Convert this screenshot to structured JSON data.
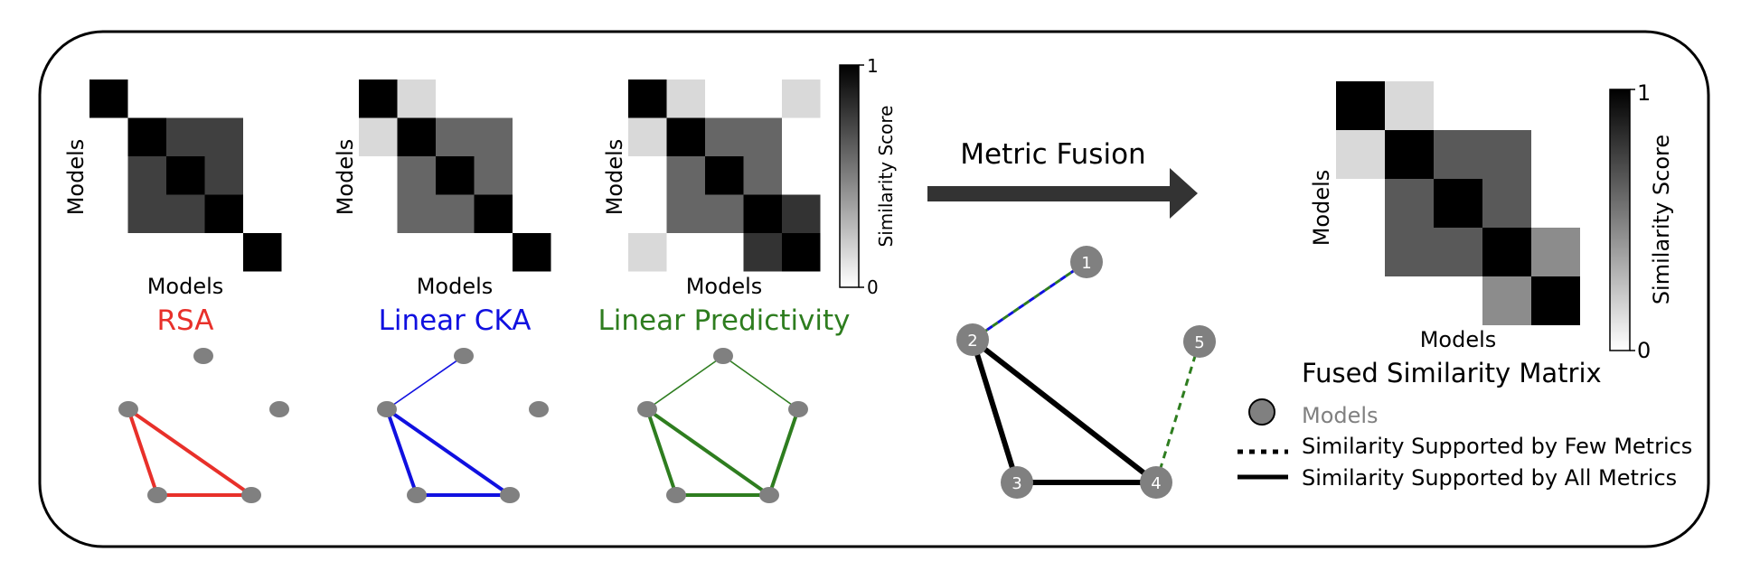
{
  "panels": [
    {
      "metric": "RSA",
      "metric_color": "#e8302a",
      "axis_x": "Models",
      "axis_y": "Models",
      "matrix": [
        [
          1,
          0,
          0,
          0,
          0
        ],
        [
          0,
          1,
          0.75,
          0.75,
          0
        ],
        [
          0,
          0.75,
          1,
          0.75,
          0
        ],
        [
          0,
          0.75,
          0.75,
          1,
          0
        ],
        [
          0,
          0,
          0,
          0,
          1
        ]
      ],
      "graph_edges": [
        {
          "from": 2,
          "to": 3,
          "weight": "strong"
        },
        {
          "from": 2,
          "to": 4,
          "weight": "strong"
        },
        {
          "from": 3,
          "to": 4,
          "weight": "strong"
        }
      ]
    },
    {
      "metric": "Linear CKA",
      "metric_color": "#1010e0",
      "axis_x": "Models",
      "axis_y": "Models",
      "matrix": [
        [
          1,
          0.15,
          0,
          0,
          0
        ],
        [
          0.15,
          1,
          0.6,
          0.6,
          0
        ],
        [
          0,
          0.6,
          1,
          0.6,
          0
        ],
        [
          0,
          0.6,
          0.6,
          1,
          0
        ],
        [
          0,
          0,
          0,
          0,
          1
        ]
      ],
      "graph_edges": [
        {
          "from": 1,
          "to": 2,
          "weight": "weak"
        },
        {
          "from": 2,
          "to": 3,
          "weight": "strong"
        },
        {
          "from": 2,
          "to": 4,
          "weight": "strong"
        },
        {
          "from": 3,
          "to": 4,
          "weight": "strong"
        }
      ]
    },
    {
      "metric": "Linear Predictivity",
      "metric_color": "#2e7d1f",
      "axis_x": "Models",
      "axis_y": "Models",
      "matrix": [
        [
          1,
          0.15,
          0,
          0,
          0.15
        ],
        [
          0.15,
          1,
          0.6,
          0.6,
          0
        ],
        [
          0,
          0.6,
          1,
          0.6,
          0
        ],
        [
          0,
          0.6,
          0.6,
          1,
          0.8
        ],
        [
          0.15,
          0,
          0,
          0.8,
          1
        ]
      ],
      "graph_edges": [
        {
          "from": 1,
          "to": 2,
          "weight": "weak"
        },
        {
          "from": 1,
          "to": 5,
          "weight": "weak"
        },
        {
          "from": 2,
          "to": 3,
          "weight": "strong"
        },
        {
          "from": 2,
          "to": 4,
          "weight": "strong"
        },
        {
          "from": 3,
          "to": 4,
          "weight": "strong"
        },
        {
          "from": 4,
          "to": 5,
          "weight": "strong"
        }
      ]
    }
  ],
  "colorbar": {
    "label": "Similarity Score",
    "min": "0",
    "max": "1"
  },
  "fusion": {
    "label": "Metric Fusion"
  },
  "fused_graph": {
    "nodes": [
      "1",
      "2",
      "3",
      "4",
      "5"
    ],
    "edges": [
      {
        "from": 1,
        "to": 2,
        "type": "few",
        "colors": [
          "#1010e0",
          "#2e7d1f"
        ]
      },
      {
        "from": 4,
        "to": 5,
        "type": "few",
        "colors": [
          "#2e7d1f"
        ]
      },
      {
        "from": 2,
        "to": 3,
        "type": "all"
      },
      {
        "from": 2,
        "to": 4,
        "type": "all"
      },
      {
        "from": 3,
        "to": 4,
        "type": "all"
      }
    ]
  },
  "fused": {
    "title": "Fused Similarity Matrix",
    "axis_x": "Models",
    "axis_y": "Models",
    "matrix": [
      [
        1,
        0.15,
        0,
        0,
        0
      ],
      [
        0.15,
        1,
        0.65,
        0.65,
        0
      ],
      [
        0,
        0.65,
        1,
        0.65,
        0
      ],
      [
        0,
        0.65,
        0.65,
        1,
        0.45
      ],
      [
        0,
        0,
        0,
        0.45,
        1
      ]
    ]
  },
  "legend": {
    "models": "Models",
    "few": "Similarity Supported by Few Metrics",
    "all": "Similarity Supported by All Metrics"
  },
  "colors": {
    "node": "#808080",
    "frame": "#000000",
    "arrow": "#333333"
  }
}
